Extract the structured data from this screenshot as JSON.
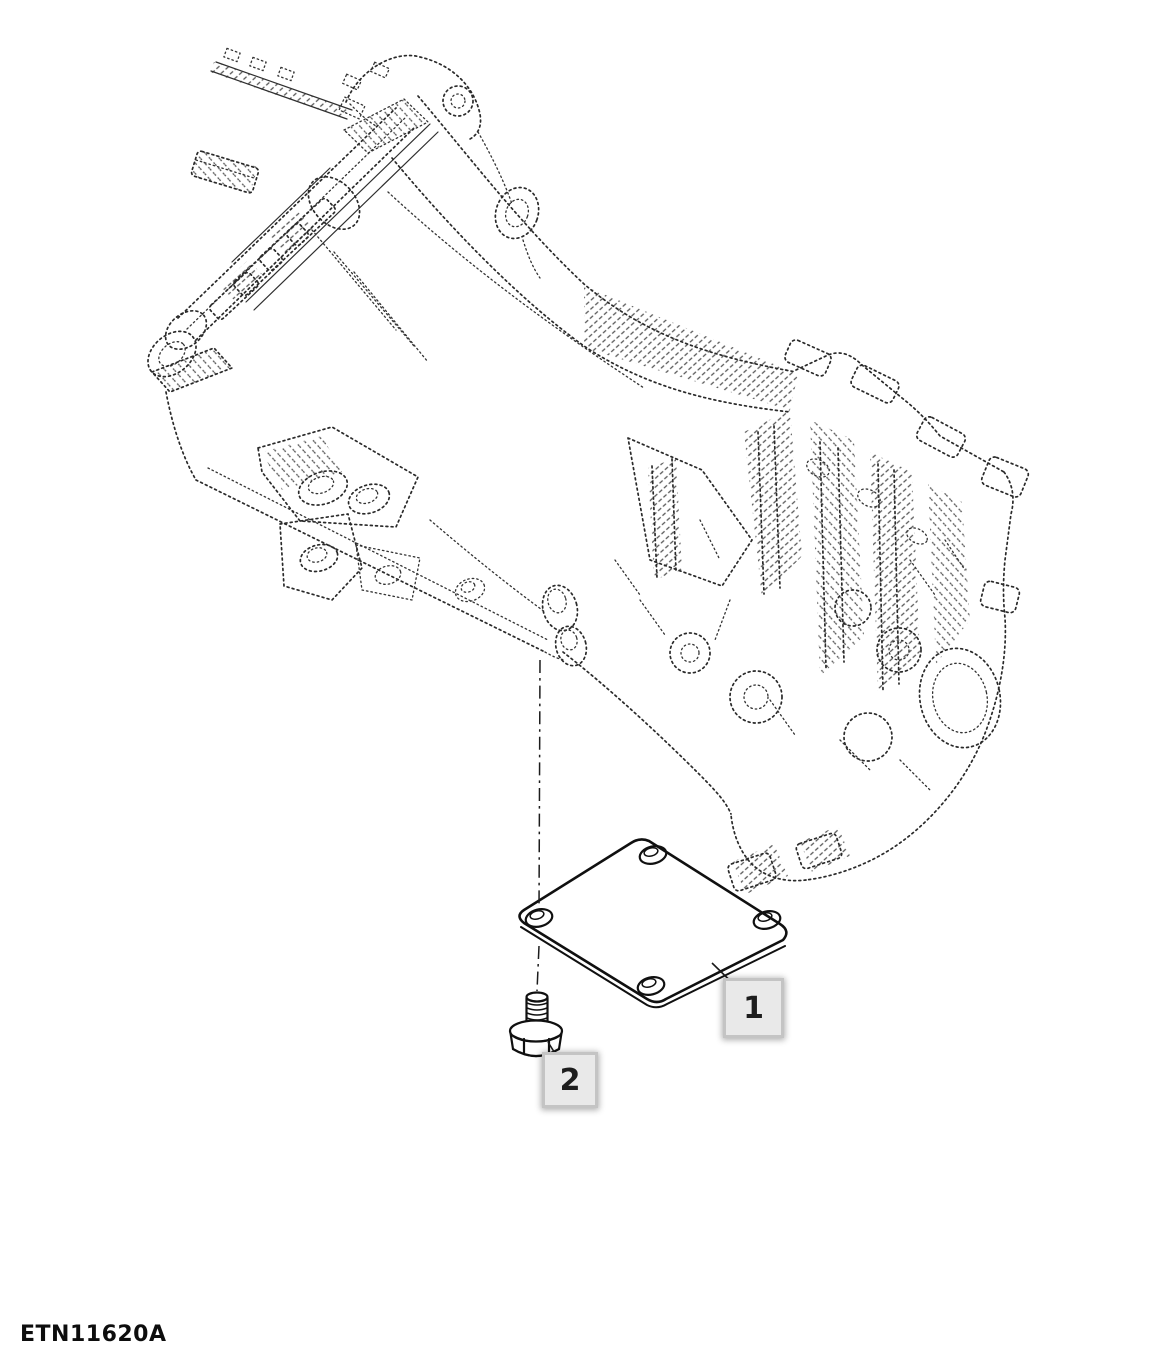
{
  "figure": {
    "code": "ETN11620A"
  },
  "callouts": [
    {
      "label": "1"
    },
    {
      "label": "2"
    }
  ],
  "colors": {
    "ink": "#222222",
    "solid_ink": "#101010",
    "callout_fill": "#e9e9e9",
    "callout_border": "#c4c4c4",
    "background": "#ffffff"
  }
}
